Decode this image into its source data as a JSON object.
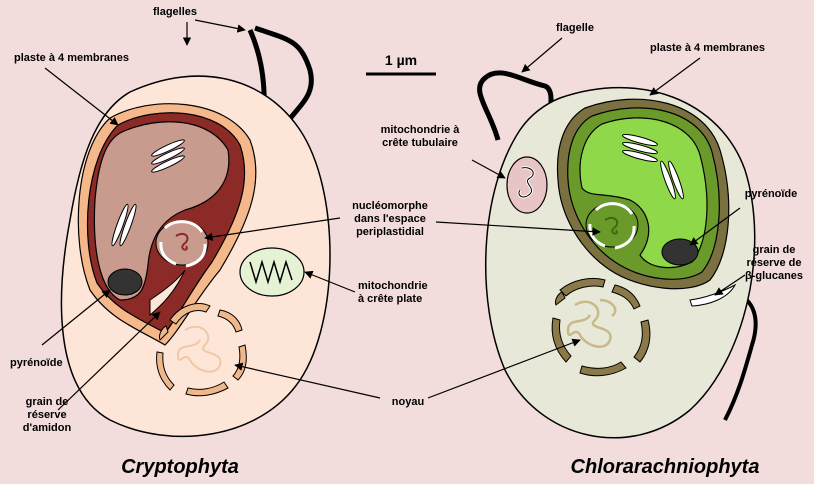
{
  "labels": {
    "flagelles": "flagelles",
    "plaste_left": "plaste à 4 membranes",
    "scale": "1 µm",
    "flagelle": "flagelle",
    "plaste_right": "plaste à 4 membranes",
    "mito_tubulaire": "mitochondrie à\ncrête tubulaire",
    "nucleomorphe": "nucléomorphe\ndans l'espace\nperiplastidial",
    "pyrenoide_right": "pyrénoïde",
    "glucanes": "grain de\nréserve de\nβ-glucanes",
    "mito_plate": "mitochondrie\nà crête plate",
    "pyrenoide_left": "pyrénoïde",
    "amidon": "grain de\nréserve\nd'amidon",
    "noyau": "noyau"
  },
  "titles": {
    "left": "Cryptophyta",
    "right": "Chlorarachniophyta"
  },
  "colors": {
    "background": "#f2dcdc",
    "crypto_cell": "#fde6d8",
    "crypto_plaste_outer": "#f5b88a",
    "crypto_plaste": "#8b2a26",
    "crypto_stroma": "#c99a8e",
    "chlora_cell": "#e8e8d8",
    "chlora_plaste_outer": "#7a7040",
    "chlora_plaste": "#6a9a2a",
    "chlora_stroma": "#8fd84a",
    "pyrenoid": "#333333",
    "nucleus_crypto": "#f0b88a",
    "nucleus_chlora": "#8a7a4a"
  }
}
